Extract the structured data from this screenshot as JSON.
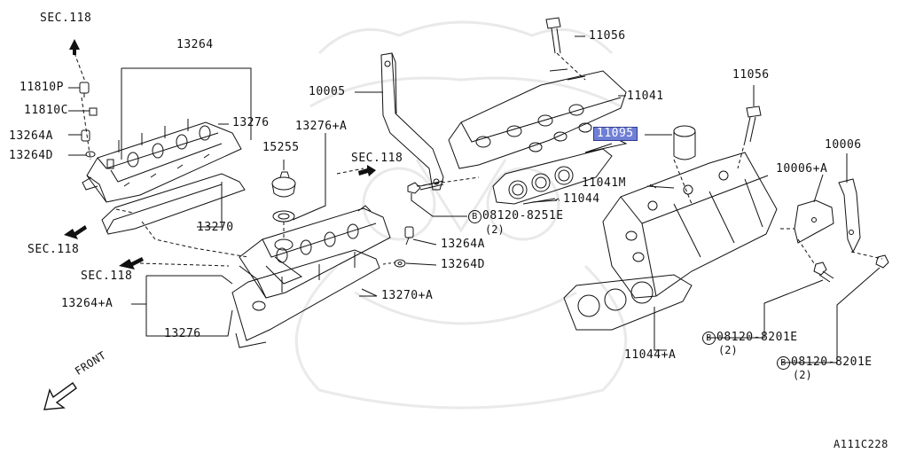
{
  "diagram": {
    "watermark_code": "A111C228",
    "front_label": "FRONT",
    "labels": {
      "sec118_top": "SEC.118",
      "p13264": "13264",
      "p11810P": "11810P",
      "p11810C": "11810C",
      "p13264A_left": "13264A",
      "p13264D_left": "13264D",
      "p13276": "13276",
      "p13270": "13270",
      "sec118_left": "SEC.118",
      "p10005": "10005",
      "p13276A": "13276+A",
      "p15255": "15255",
      "sec118_mid": "SEC.118",
      "sec118_bottom": "SEC.118",
      "p13264plusA": "13264+A",
      "p13276_bottom": "13276",
      "p13264A_mid": "13264A",
      "p13264D_mid": "13264D",
      "p13270A": "13270+A",
      "p11056_top": "11056",
      "p11041": "11041",
      "p11095": "11095",
      "p11041M": "11041M",
      "p11044": "11044",
      "p08120_8251E": "08120-8251E",
      "qty_8251E": "(2)",
      "p11056_right": "11056",
      "p10006": "10006",
      "p10006A": "10006+A",
      "p11044A": "11044+A",
      "p08120_8201E_a": "08120-8201E",
      "qty_8201E_a": "(2)",
      "p08120_8201E_b": "08120-8201E",
      "qty_8201E_b": "(2)",
      "bolt_marker": "B"
    }
  }
}
